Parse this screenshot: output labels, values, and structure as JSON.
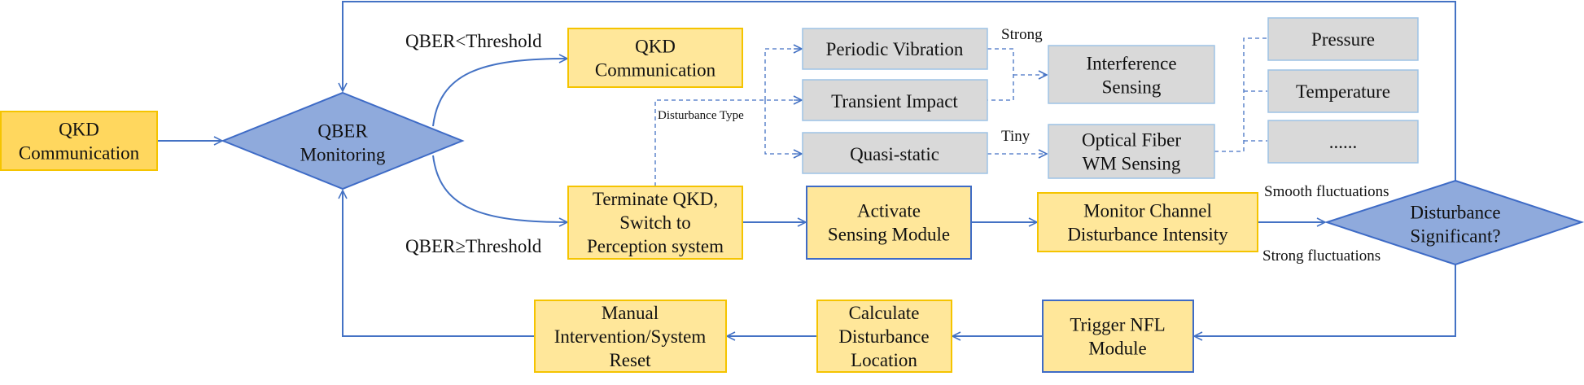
{
  "colors": {
    "yellow_fill": "#FFE79A",
    "yellow_fill_strong": "#FFD75E",
    "yellow_stroke": "#F5C400",
    "blue_fill": "#8FAADC",
    "blue_stroke": "#3E6BC6",
    "gray_fill": "#D9D9D9",
    "gray_stroke": "#9DC3E6",
    "line": "#4472C4"
  },
  "nodes": {
    "qkd_start": {
      "lines": [
        "QKD",
        "Communication"
      ]
    },
    "qber_monitoring": {
      "lines": [
        "QBER",
        "Monitoring"
      ]
    },
    "qkd_continue": {
      "lines": [
        "QKD",
        "Communication"
      ]
    },
    "terminate_qkd": {
      "lines": [
        "Terminate QKD,",
        "Switch to",
        "Perception system"
      ]
    },
    "periodic_vibration": {
      "lines": [
        "Periodic Vibration"
      ]
    },
    "transient_impact": {
      "lines": [
        "Transient Impact"
      ]
    },
    "quasi_static": {
      "lines": [
        "Quasi-static"
      ]
    },
    "interference_sensing": {
      "lines": [
        "Interference",
        "Sensing"
      ]
    },
    "optical_fiber_wm": {
      "lines": [
        "Optical Fiber",
        "WM Sensing"
      ]
    },
    "pressure": {
      "lines": [
        "Pressure"
      ]
    },
    "temperature": {
      "lines": [
        "Temperature"
      ]
    },
    "more": {
      "lines": [
        "......"
      ]
    },
    "activate_sensing": {
      "lines": [
        "Activate",
        "Sensing Module"
      ]
    },
    "monitor_channel": {
      "lines": [
        "Monitor Channel",
        "Disturbance Intensity"
      ]
    },
    "disturbance_significant": {
      "lines": [
        "Disturbance",
        "Significant?"
      ]
    },
    "trigger_nfl": {
      "lines": [
        "Trigger NFL",
        "Module"
      ]
    },
    "calculate_location": {
      "lines": [
        "Calculate",
        "Disturbance",
        "Location"
      ]
    },
    "manual_intervention": {
      "lines": [
        "Manual",
        "Intervention/System",
        "Reset"
      ]
    }
  },
  "labels": {
    "qber_low": "QBER<Threshold",
    "qber_high": "QBER≥Threshold",
    "disturbance_type": "Disturbance Type",
    "strong": "Strong",
    "tiny": "Tiny",
    "smooth_fluctuations": "Smooth fluctuations",
    "strong_fluctuations": "Strong fluctuations"
  }
}
